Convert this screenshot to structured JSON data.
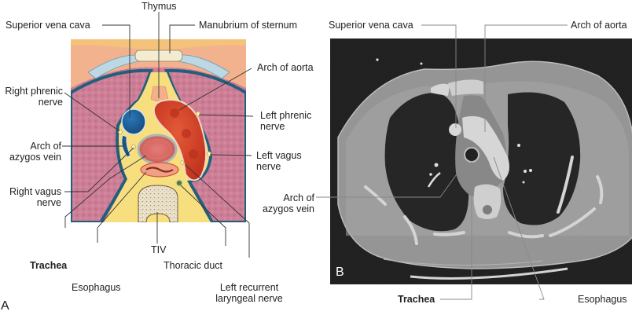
{
  "figure": {
    "panel_a": {
      "letter": "A",
      "title": "Illustrated axial section of the superior mediastinum",
      "labels": {
        "thymus": "Thymus",
        "superior_vena_cava": "Superior vena cava",
        "manubrium": "Manubrium of sternum",
        "right_phrenic_1": "Right phrenic",
        "right_phrenic_2": "nerve",
        "arch_of_aorta": "Arch of aorta",
        "left_phrenic_1": "Left phrenic",
        "left_phrenic_2": "nerve",
        "arch_azygos_1": "Arch of",
        "arch_azygos_2": "azygos vein",
        "left_vagus_1": "Left vagus",
        "left_vagus_2": "nerve",
        "right_vagus_1": "Right vagus",
        "right_vagus_2": "nerve",
        "tiv": "TIV",
        "trachea": "Trachea",
        "thoracic_duct": "Thoracic duct",
        "esophagus": "Esophagus",
        "left_recurrent_1": "Left recurrent",
        "left_recurrent_2": "laryngeal nerve"
      }
    },
    "panel_b": {
      "letter": "B",
      "title": "Axial CT scan at the level of the aortic arch",
      "labels": {
        "superior_vena_cava": "Superior vena cava",
        "arch_of_aorta": "Arch of aorta",
        "arch_azygos_1": "Arch of",
        "arch_azygos_2": "azygos vein",
        "trachea": "Trachea",
        "esophagus": "Esophagus"
      }
    },
    "colors": {
      "lung": "#c9768f",
      "aorta": "#d9442a",
      "svc": "#1f5e94",
      "fat": "#f6dc7a",
      "pleura": "#2b6f8a",
      "bone": "#efe6cf",
      "ct_background": "#000000"
    }
  }
}
